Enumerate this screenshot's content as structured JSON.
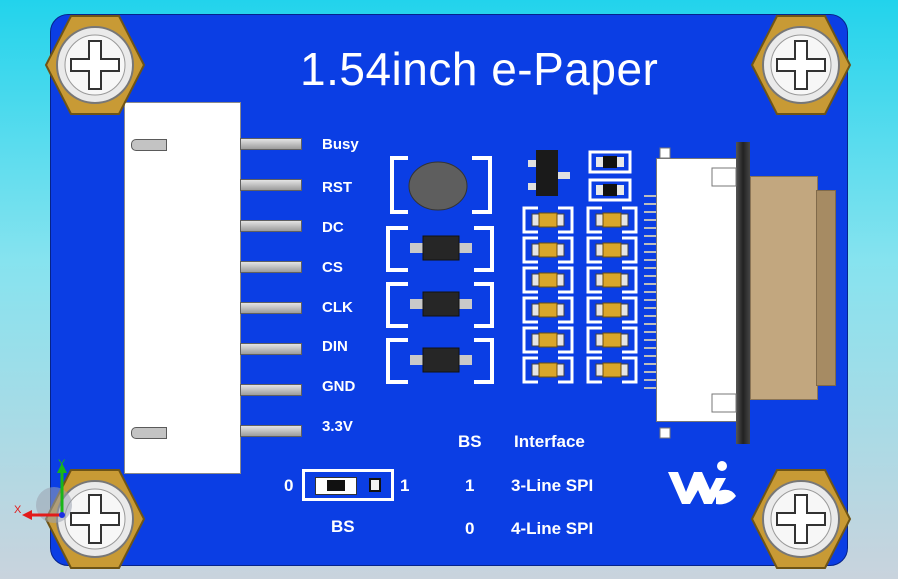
{
  "board": {
    "title": "1.54inch e-Paper",
    "pins": [
      "Busy",
      "RST",
      "DC",
      "CS",
      "CLK",
      "DIN",
      "GND",
      "3.3V"
    ],
    "switch": {
      "label": "BS",
      "left_value": "0",
      "right_value": "1"
    },
    "interface_table": {
      "header_bs": "BS",
      "header_interface": "Interface",
      "rows": [
        {
          "bs": "1",
          "interface": "3-Line SPI"
        },
        {
          "bs": "0",
          "interface": "4-Line SPI"
        }
      ]
    }
  },
  "axis": {
    "x_label": "X",
    "y_label": "Y"
  },
  "colors": {
    "board": "#0b3ee4",
    "background_top": "#22d3ec",
    "screw_brass": "#c89a35",
    "pad_gold": "#d9a62a",
    "connector_white": "#ffffff"
  }
}
